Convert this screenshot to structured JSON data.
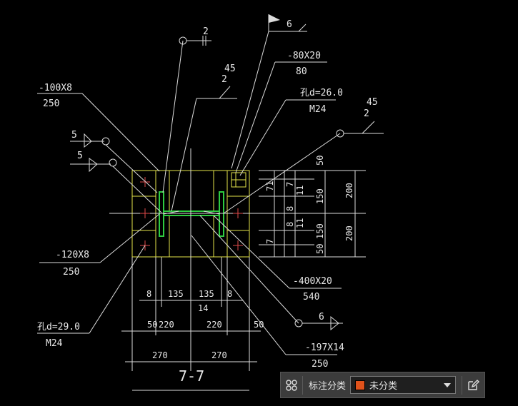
{
  "drawing": {
    "section_title": "7-7",
    "dims_vertical": [
      "50",
      "200",
      "150",
      "11",
      "7",
      "71",
      "11",
      "200",
      "150",
      "50",
      "7",
      "8",
      "8"
    ],
    "dims_horizontal": {
      "row1": [
        "8",
        "135",
        "135",
        "8"
      ],
      "row1_extra": "14",
      "row2": [
        "50",
        "220",
        "220",
        "50"
      ],
      "row3": [
        "270",
        "270"
      ]
    },
    "weld_marks": {
      "top_left_2": "2",
      "top_45": "45",
      "top_2": "2",
      "flag_6": "6",
      "right_45": "45",
      "right_2": "2",
      "left_5a": "5",
      "left_5b": "5",
      "bottom_6": "6"
    },
    "callouts": {
      "plate_top_left": {
        "line1": "-100X8",
        "line2": "250"
      },
      "plate_top": {
        "line1": "-80X20",
        "line2": "80"
      },
      "bolt_top": {
        "line1": "孔d=26.0",
        "line2": "M24"
      },
      "plate_left": {
        "line1": "-120X8",
        "line2": "250"
      },
      "bolt_bottom": {
        "line1": "孔d=29.0",
        "line2": "M24"
      },
      "plate_right": {
        "line1": "-400X20",
        "line2": "540"
      },
      "plate_bottom_right": {
        "line1": "-197X14",
        "line2": "250"
      }
    }
  },
  "toolbar": {
    "label": "标注分类",
    "category_value": "未分类",
    "swatch_color": "#e0521b",
    "grid_icon": "grid-icon",
    "edit_icon": "edit-icon"
  }
}
